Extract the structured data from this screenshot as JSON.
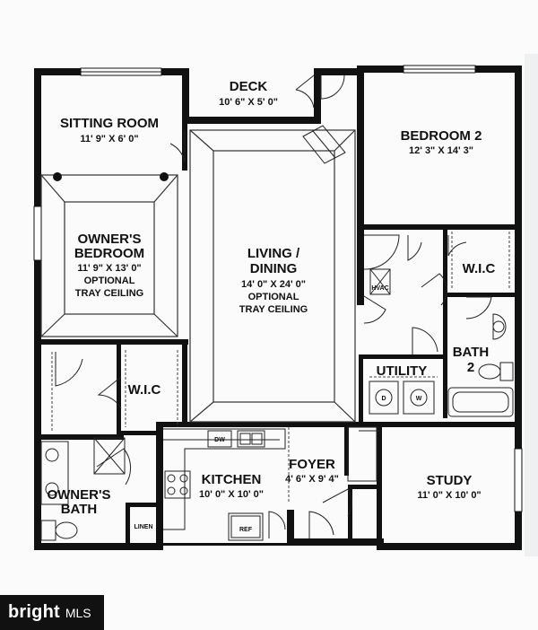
{
  "rooms": {
    "deck": {
      "name": "DECK",
      "dims": "10' 6\" X 5' 0\""
    },
    "sitting_room": {
      "name": "SITTING ROOM",
      "dims": "11' 9\" X 6' 0\""
    },
    "bedroom2": {
      "name": "BEDROOM 2",
      "dims": "12' 3\" X 14' 3\""
    },
    "owners_bedroom": {
      "name_line1": "OWNER'S",
      "name_line2": "BEDROOM",
      "dims": "11' 9\" X 13' 0\"",
      "note_line1": "OPTIONAL",
      "note_line2": "TRAY CEILING"
    },
    "living_dining": {
      "name_line1": "LIVING /",
      "name_line2": "DINING",
      "dims": "14' 0\" X 24' 0\"",
      "note_line1": "OPTIONAL",
      "note_line2": "TRAY CEILING"
    },
    "wic_bedroom2": {
      "name": "W.I.C"
    },
    "wic_owner": {
      "name": "W.I.C"
    },
    "utility": {
      "name": "UTILITY"
    },
    "bath2": {
      "name_line1": "BATH",
      "name_line2": "2"
    },
    "kitchen": {
      "name": "KITCHEN",
      "dims": "10' 0\" X 10' 0\""
    },
    "foyer": {
      "name": "FOYER",
      "dims": "4' 6\" X 9' 4\""
    },
    "study": {
      "name": "STUDY",
      "dims": "11' 0\" X 10' 0\""
    },
    "owners_bath": {
      "name_line1": "OWNER'S",
      "name_line2": "BATH"
    }
  },
  "fixtures": {
    "hvac": "HVAC",
    "dw": "DW",
    "linen": "LINEN",
    "ref": "REF",
    "dryer": "D",
    "washer": "W"
  },
  "branding": {
    "word": "bright",
    "suffix": "MLS"
  }
}
